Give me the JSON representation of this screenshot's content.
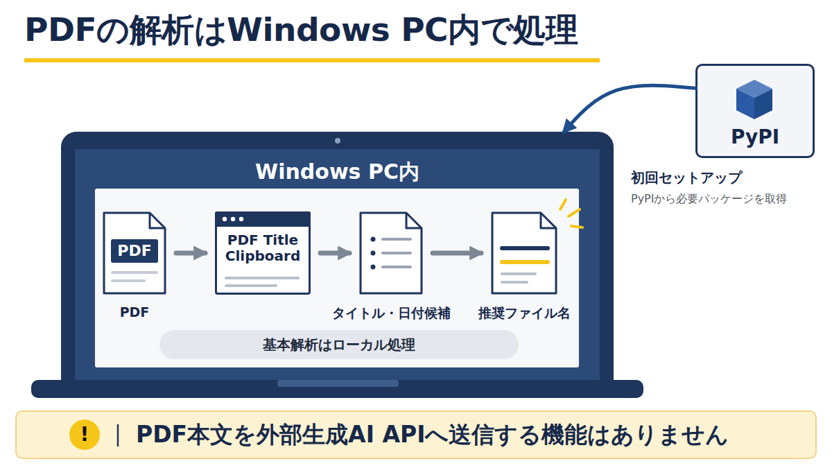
{
  "diagram": {
    "title": "PDFの解析はWindows PC内で処理",
    "nodes": [
      {
        "text": [
          "Windows PC内"
        ]
      },
      {
        "text": [
          "PDF",
          "PDF"
        ],
        "in": 0
      },
      {
        "text": [
          "PDF Title Clipboard"
        ],
        "in": 0
      },
      {
        "text": [
          "タイトル・日付候補"
        ],
        "in": 0
      },
      {
        "text": [
          "推奨ファイル名"
        ],
        "in": 0
      },
      {
        "text": [
          "基本解析はローカル処理"
        ],
        "in": 0
      },
      {
        "text": [
          "PyPI",
          "初回セットアップ",
          "PyPIから必要パッケージを取得"
        ]
      },
      {
        "text": [
          "!",
          "PDF本文を外部生成AI APIへ送信する機能はありません"
        ]
      }
    ],
    "edges": [
      {
        "from": 1,
        "to": 2,
        "arrow": "to"
      },
      {
        "from": 2,
        "to": 3,
        "arrow": "to"
      },
      {
        "from": 3,
        "to": 4,
        "arrow": "to"
      },
      {
        "from": 6,
        "to": 0,
        "arrow": "to"
      }
    ]
  }
}
